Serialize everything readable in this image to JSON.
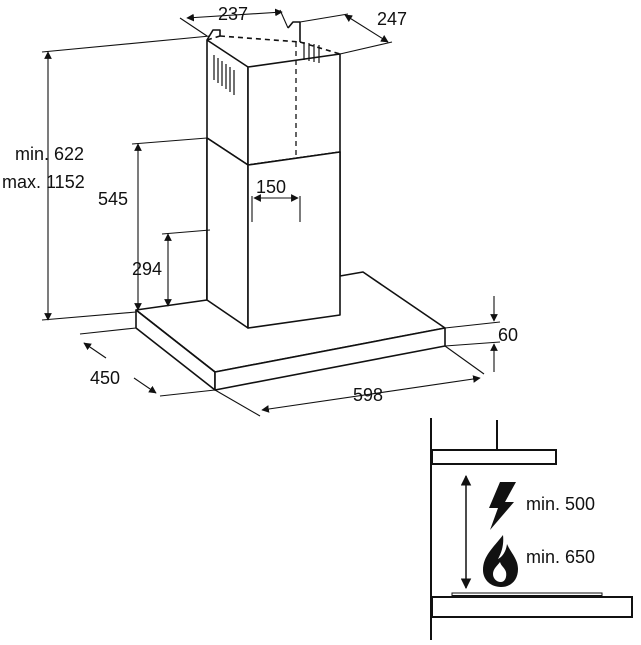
{
  "dimensions": {
    "chimney_width": "237",
    "chimney_depth": "247",
    "height_range_min": "min. 622",
    "height_range_max": "max. 1152",
    "chimney_lower_height": "545",
    "duct_diameter": "150",
    "outlet_height": "294",
    "canopy_thickness": "60",
    "canopy_depth": "450",
    "canopy_width": "598"
  },
  "clearance": {
    "electric_hob": "min. 500",
    "gas_hob": "min. 650"
  },
  "icons": {
    "electric": "lightning-icon",
    "gas": "flame-icon"
  },
  "colors": {
    "line": "#111111",
    "background": "#ffffff"
  }
}
